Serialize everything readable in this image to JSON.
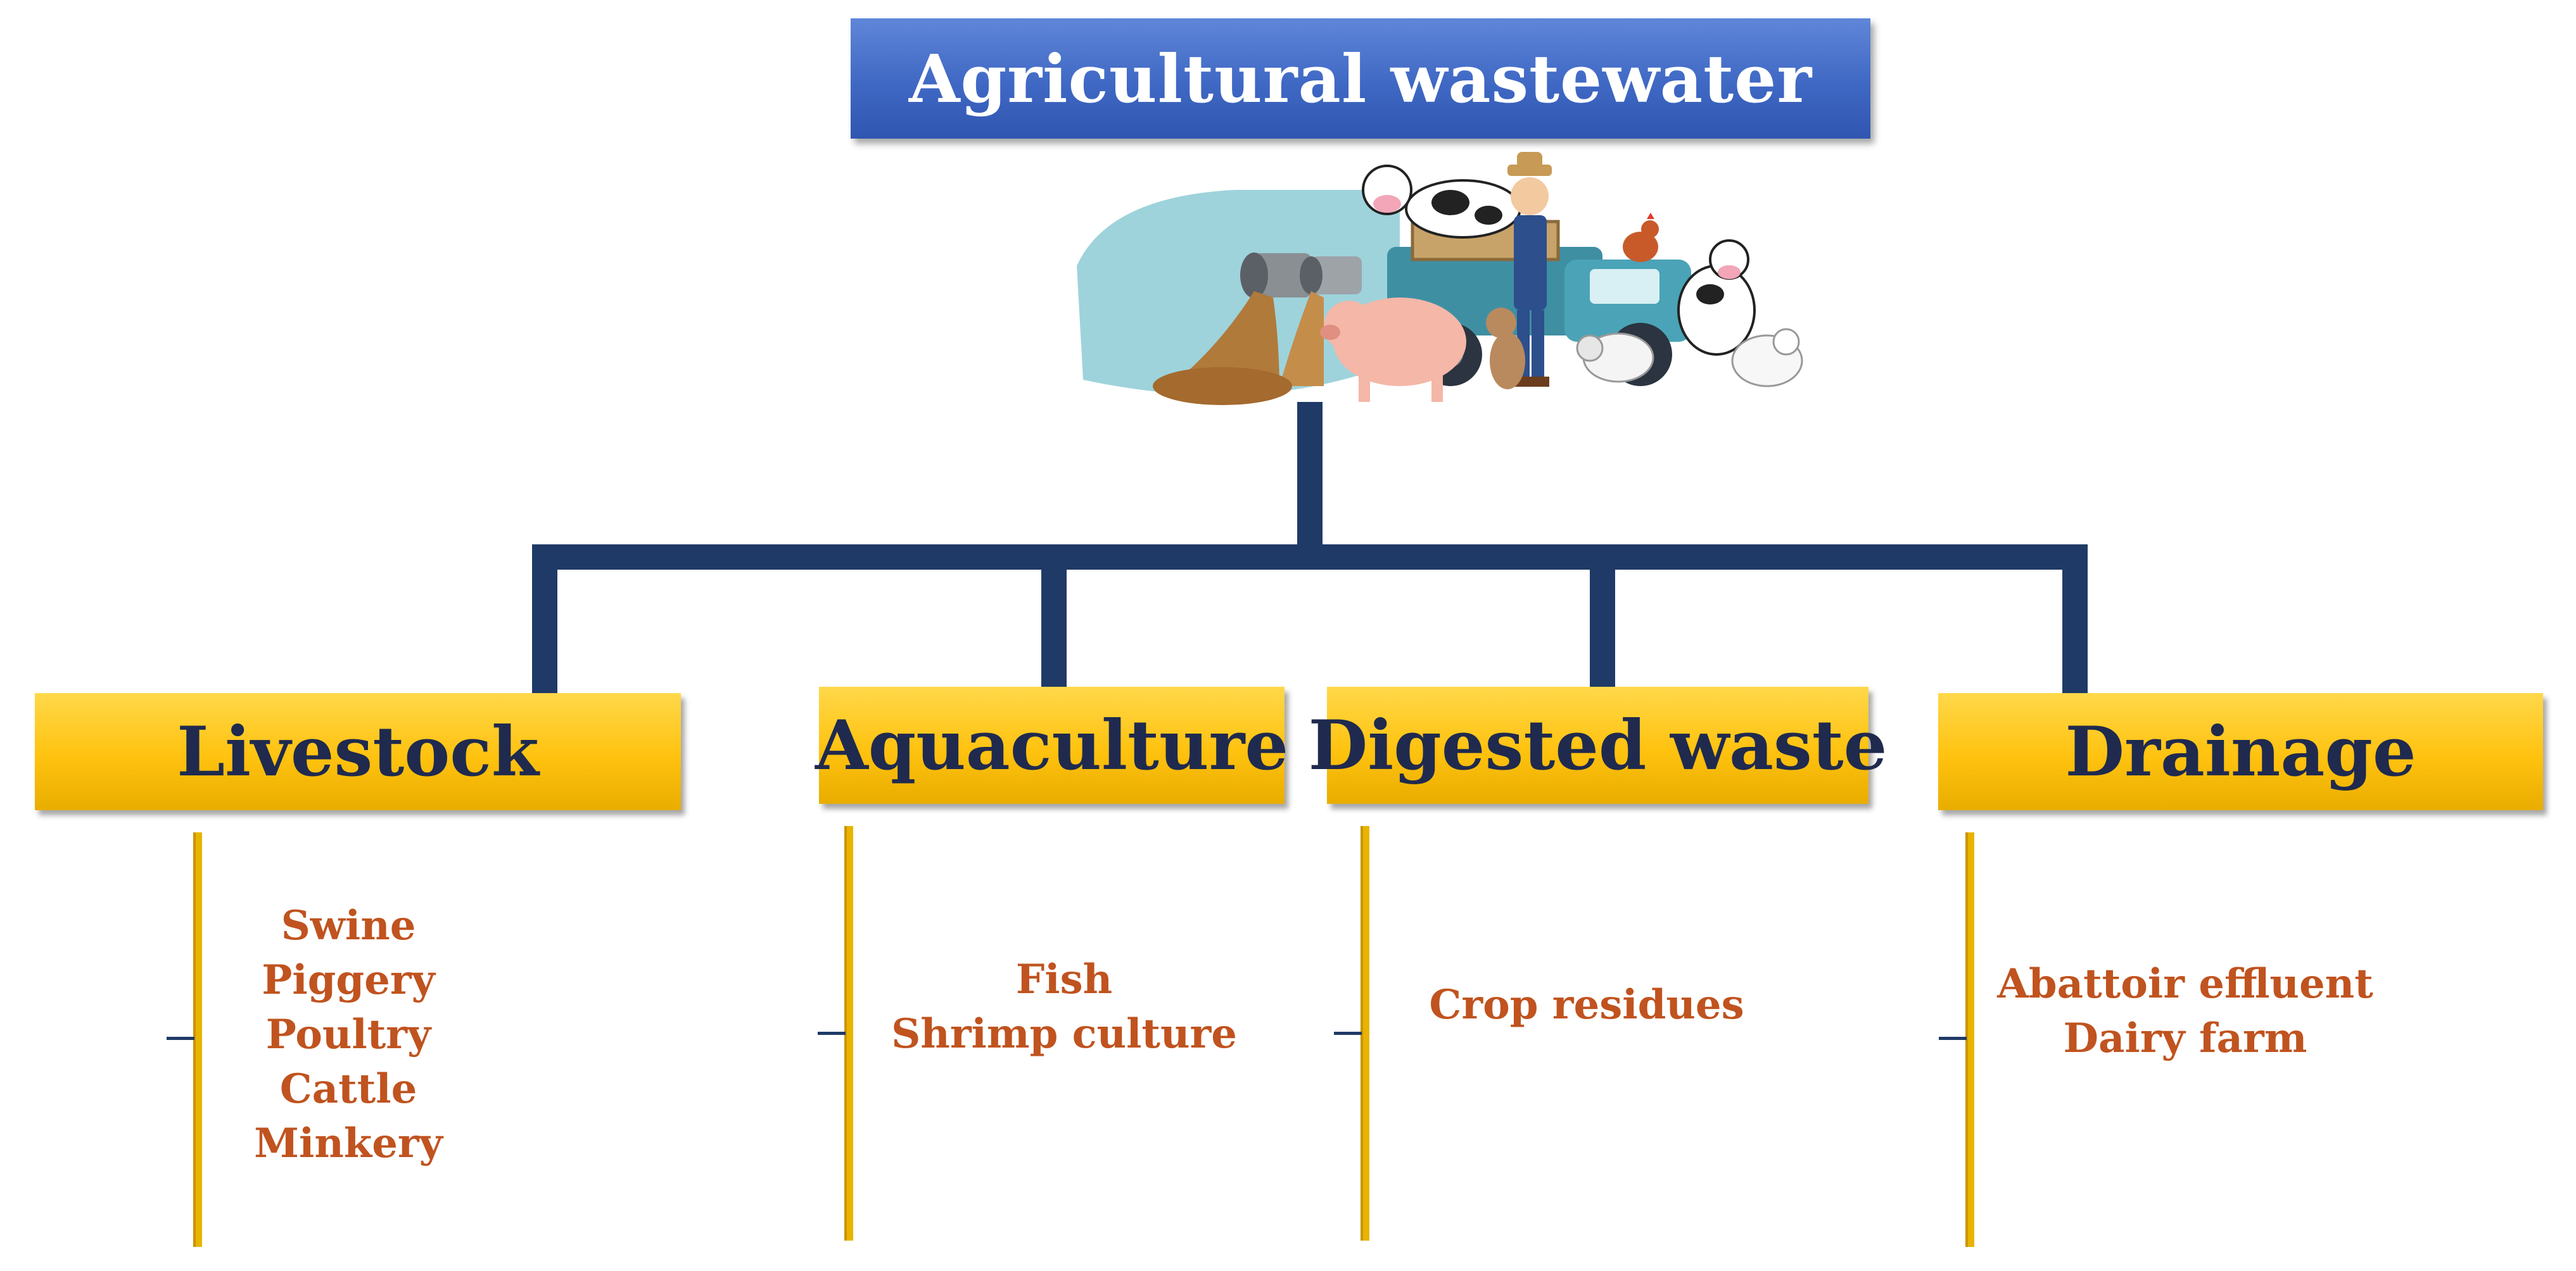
{
  "title": "Agricultural wastewater",
  "categories": [
    {
      "label": "Livestock",
      "items": [
        "Swine",
        "Piggery",
        "Poultry",
        "Cattle",
        "Minkery"
      ]
    },
    {
      "label": "Aquaculture",
      "items": [
        "Fish",
        "Shrimp culture"
      ]
    },
    {
      "label": "Digested waste",
      "items": [
        "Crop residues"
      ]
    },
    {
      "label": "Drainage",
      "items": [
        "Abattoir effluent",
        "Dairy farm"
      ]
    }
  ],
  "colors": {
    "title_box": "#3f68c4",
    "category_box": "#ffc20f",
    "connector": "#1f3a66",
    "category_text": "#1f2a4e",
    "item_text": "#c0531f"
  }
}
